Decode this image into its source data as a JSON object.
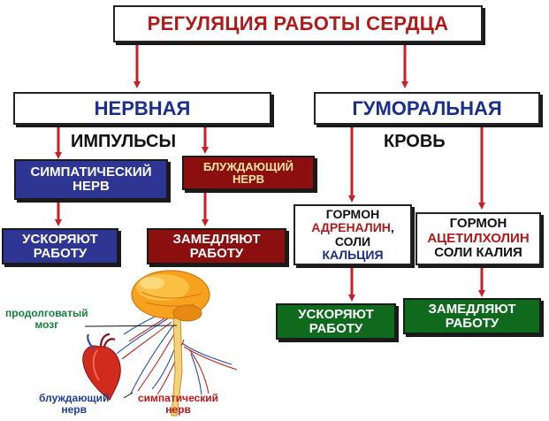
{
  "title": "РЕГУЛЯЦИЯ РАБОТЫ СЕРДЦА",
  "nervous": {
    "label": "НЕРВНАЯ",
    "sublabel": "ИМПУЛЬСЫ",
    "sympathetic": {
      "line1": "СИМПАТИЧЕСКИЙ",
      "line2": "НЕРВ"
    },
    "vagus": {
      "line1": "БЛУЖДАЮЩИЙ",
      "line2": "НЕРВ"
    },
    "speed_up": {
      "line1": "УСКОРЯЮТ",
      "line2": "РАБОТУ"
    },
    "slow_down": {
      "line1": "ЗАМЕДЛЯЮТ",
      "line2": "РАБОТУ"
    }
  },
  "humoral": {
    "label": "ГУМОРАЛЬНАЯ",
    "sublabel": "КРОВЬ",
    "hormone_left": {
      "line1": "ГОРМОН",
      "line2": "АДРЕНАЛИН",
      "line2_suffix": ",",
      "line3": "СОЛИ",
      "line4": "КАЛЬЦИЯ"
    },
    "hormone_right": {
      "line1": "ГОРМОН",
      "line2": "АЦЕТИЛХОЛИН",
      "line3": "СОЛИ КАЛИЯ"
    },
    "speed_up": {
      "line1": "УСКОРЯЮТ",
      "line2": "РАБОТУ"
    },
    "slow_down": {
      "line1": "ЗАМЕДЛЯЮТ",
      "line2": "РАБОТУ"
    }
  },
  "illustration": {
    "medulla_label": {
      "line1": "продолговатый",
      "line2": "мозг"
    },
    "vagus_label": {
      "line1": "блуждающий",
      "line2": "нерв"
    },
    "sympathetic_label": {
      "line1": "симпатический",
      "line2": "нерв"
    }
  },
  "colors": {
    "title_text": "#b01a1a",
    "nervous_text": "#1a2f8a",
    "arrow": "#c8202a",
    "blue_box": "#2e3592",
    "dark_red_box": "#8c0f0f",
    "green_box": "#0f6a1e",
    "medulla_label": "#16803a",
    "vagus_label": "#1f3f9a",
    "sympathetic_label": "#c01818"
  }
}
